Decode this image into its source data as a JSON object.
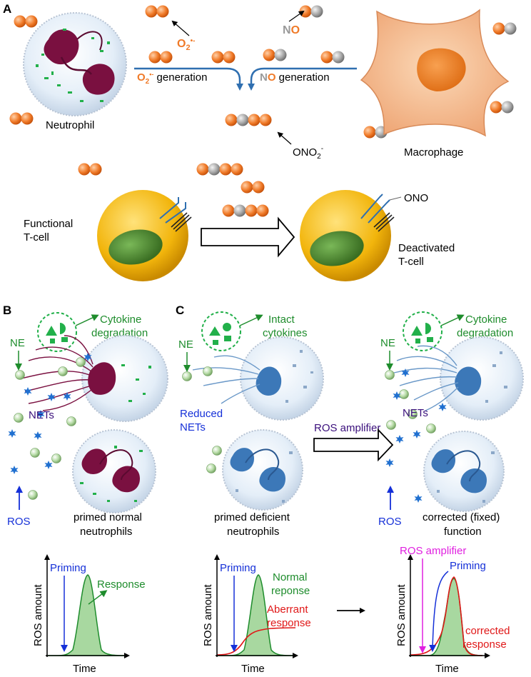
{
  "panels": {
    "a": "A",
    "b": "B",
    "c": "C"
  },
  "panel_a": {
    "o2_label": "O",
    "o2_sub": "2",
    "o2_sup": "•-",
    "no_label": "NO",
    "o2_generation_suffix": " generation",
    "no_generation_suffix": " generation",
    "onoo_prefix": "ONO",
    "onoo_sub": "2",
    "onoo_sup": "-",
    "neutrophil": "Neutrophil",
    "macrophage": "Macrophage",
    "functional_line1": "Functional",
    "functional_line2": "T-cell",
    "deactivated_line1": "Deactivated",
    "deactivated_line2": "T-cell",
    "ono_tag": "ONO"
  },
  "panel_b": {
    "cytokine_line1": "Cytokine",
    "cytokine_line2": "degradation",
    "ne": "NE",
    "nets": "NETs",
    "ros": "ROS",
    "caption_line1": "primed normal",
    "caption_line2": "neutrophils"
  },
  "panel_c": {
    "intact_line1": "Intact",
    "intact_line2": "cytokines",
    "ne_left": "NE",
    "reduced_line1": "Reduced",
    "reduced_line2": "NETs",
    "ros_amplifier": "ROS amplifier",
    "caption_left_line1": "primed deficient",
    "caption_left_line2": "neutrophils",
    "cytokine_line1": "Cytokine",
    "cytokine_line2": "degradation",
    "ne_right": "NE",
    "nets_right": "NETs",
    "ros_right": "ROS",
    "caption_right_line1": "corrected (fixed)",
    "caption_right_line2": "function"
  },
  "graphs": {
    "left": {
      "ylabel": "ROS amount",
      "xlabel": "Time",
      "priming": "Priming",
      "response": "Response"
    },
    "middle": {
      "ylabel": "ROS amount",
      "xlabel": "Time",
      "priming": "Priming",
      "normal_line1": "Normal",
      "normal_line2": "reponse",
      "aberrant_line1": "Aberrant",
      "aberrant_line2": "response"
    },
    "right": {
      "ylabel": "ROS amount",
      "xlabel": "Time",
      "ros_amplifier": "ROS amplifier",
      "priming": "Priming",
      "corrected_line1": "corrected",
      "corrected_line2": "response"
    }
  },
  "colors": {
    "oxygen": "#f07a28",
    "nitrogen": "#9a9a9a",
    "neutrophil_nucleus": "#7a1040",
    "deficient_nucleus": "#3c78b8",
    "tcell": "#f2b50c",
    "tcell_nucleus": "#4c8a30",
    "macrophage": "#f8c49a",
    "arrow_blue": "#2f6fb0",
    "green_text": "#1e8c2c",
    "blue_text": "#1530d8",
    "red_text": "#e01818",
    "magenta_text": "#e020e0",
    "peak_fill": "#a8d8a0"
  }
}
